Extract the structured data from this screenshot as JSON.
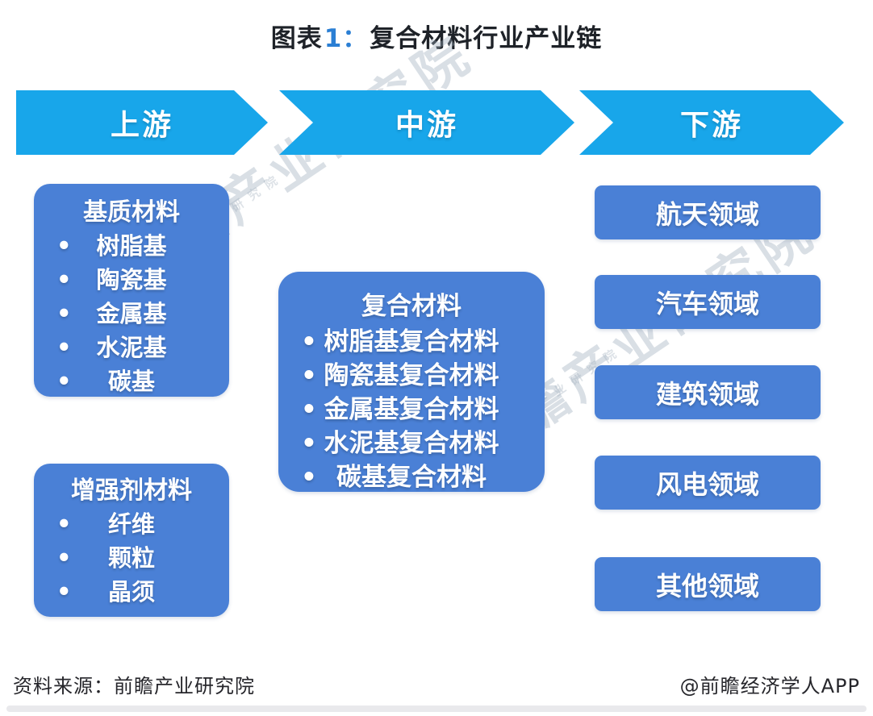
{
  "title": {
    "label": "图表",
    "index": "1：",
    "name": "复合材料行业产业链"
  },
  "bullet": "•",
  "stages": [
    {
      "label": "上游"
    },
    {
      "label": "中游"
    },
    {
      "label": "下游"
    }
  ],
  "upstream": {
    "boxes": [
      {
        "title": "基质材料",
        "items": [
          "树脂基",
          "陶瓷基",
          "金属基",
          "水泥基",
          "碳基"
        ]
      },
      {
        "title": "增强剂材料",
        "items": [
          "纤维",
          "颗粒",
          "晶须"
        ]
      }
    ]
  },
  "midstream": {
    "box": {
      "title": "复合材料",
      "items": [
        "树脂基复合材料",
        "陶瓷基复合材料",
        "金属基复合材料",
        "水泥基复合材料",
        "碳基复合材料"
      ]
    }
  },
  "downstream": {
    "boxes": [
      "航天领域",
      "汽车领域",
      "建筑领域",
      "风电领域",
      "其他领域"
    ]
  },
  "watermark": {
    "text": "前瞻产业研究院"
  },
  "footer": {
    "source": "资料来源：前瞻产业研究院",
    "credit": "@前瞻经济学人APP"
  },
  "colors": {
    "arrow_blue": "#18a6ea",
    "box_blue": "#4a80d6",
    "title_index_blue": "#2b7fd4",
    "watermark_gray": "#9caaba",
    "text_dark": "#26262b"
  }
}
